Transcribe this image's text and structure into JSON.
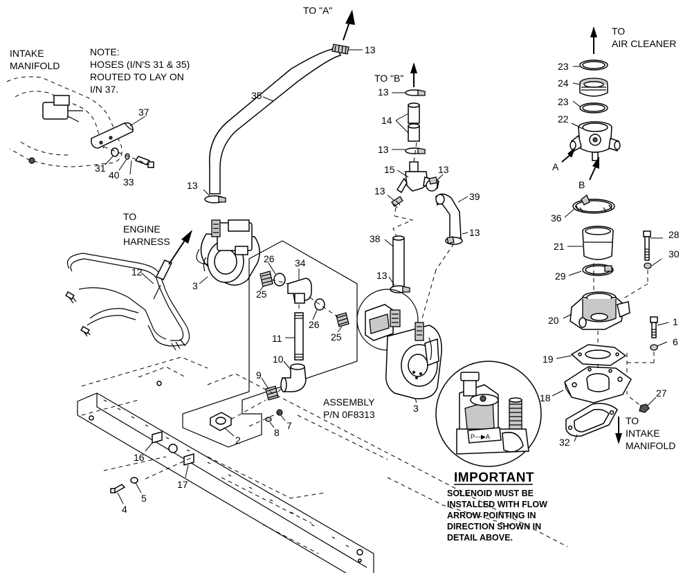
{
  "labels": {
    "intake_manifold_top": [
      "INTAKE",
      "MANIFOLD"
    ],
    "note": [
      "NOTE:",
      "HOSES (I/N'S 31 & 35)",
      "ROUTED TO LAY ON",
      "I/N 37."
    ],
    "to_a": "TO \"A\"",
    "to_b": "TO \"B\"",
    "to_air_cleaner": [
      "TO",
      "AIR CLEANER"
    ],
    "to_engine_harness": [
      "TO",
      "ENGINE",
      "HARNESS"
    ],
    "assembly": [
      "ASSEMBLY",
      "P/N 0F8313"
    ],
    "to_intake_manifold": [
      "TO",
      "INTAKE",
      "MANIFOLD"
    ],
    "arrow_a": "A",
    "arrow_b": "B",
    "valve_tag": "P—▶A"
  },
  "important": {
    "title": "IMPORTANT",
    "lines": [
      "SOLENOID MUST BE",
      "INSTALLED WITH FLOW",
      "ARROW POINTING IN",
      "DIRECTION SHOWN IN",
      "DETAIL ABOVE."
    ]
  },
  "callouts": {
    "c13a": "13",
    "c13b": "13",
    "c13c": "13",
    "c13d": "13",
    "c13e": "13",
    "c13f": "13",
    "c13g": "13",
    "c13h": "13",
    "c14": "14",
    "c15": "15",
    "c35": "35",
    "c37": "37",
    "c31": "31",
    "c40": "40",
    "c33": "33",
    "c12": "12",
    "c3a": "3",
    "c3b": "3",
    "c26a": "26",
    "c26b": "26",
    "c34": "34",
    "c25a": "25",
    "c25b": "25",
    "c11": "11",
    "c10": "10",
    "c9": "9",
    "c2": "2",
    "c8": "8",
    "c7": "7",
    "c16": "16",
    "c17": "17",
    "c5": "5",
    "c4": "4",
    "c38": "38",
    "c39": "39",
    "c23a": "23",
    "c23b": "23",
    "c24": "24",
    "c22": "22",
    "c36": "36",
    "c21": "21",
    "c29": "29",
    "c20": "20",
    "c28": "28",
    "c30": "30",
    "c1": "1",
    "c6": "6",
    "c19": "19",
    "c18": "18",
    "c27": "27",
    "c32": "32"
  }
}
